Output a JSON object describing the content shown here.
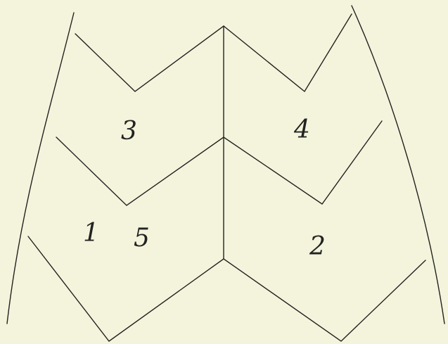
{
  "diagram": {
    "labels": {
      "n1": "1",
      "n2": "2",
      "n3": "3",
      "n4": "4",
      "n5": "5"
    }
  }
}
